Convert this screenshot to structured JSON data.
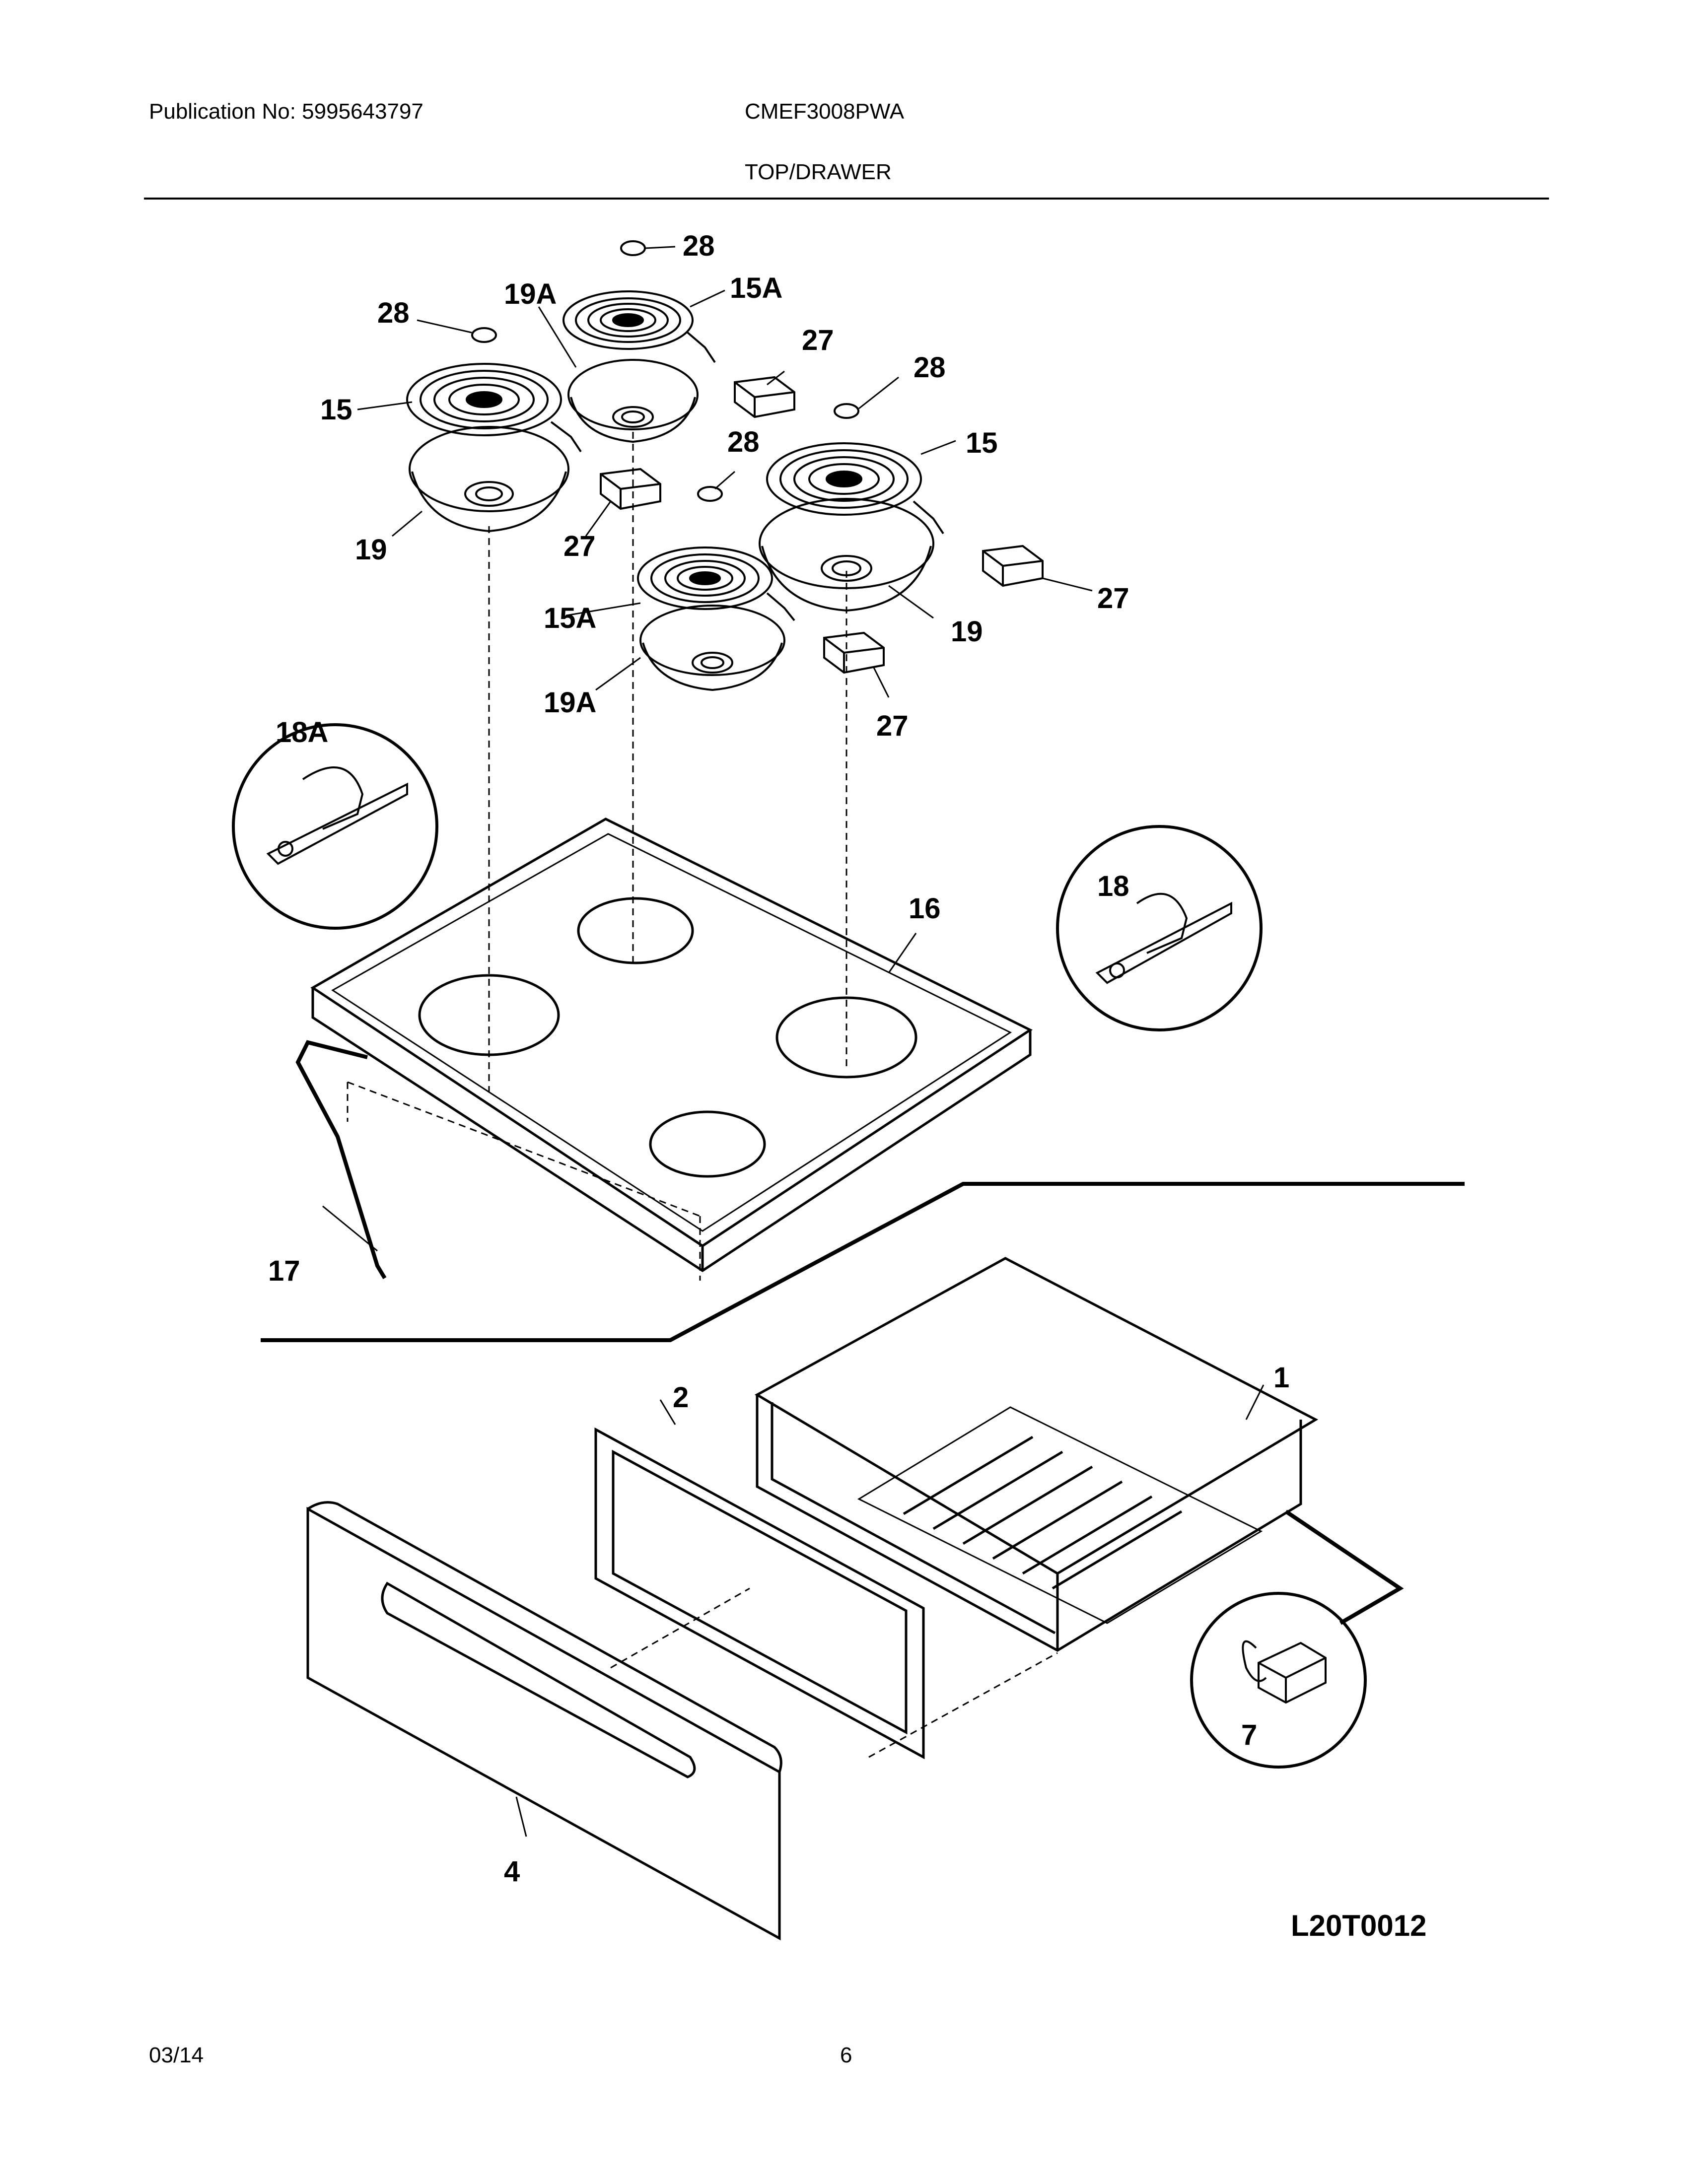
{
  "header": {
    "publication": "Publication No: 5995643797",
    "model": "CMEF3008PWA",
    "section": "TOP/DRAWER"
  },
  "footer": {
    "date": "03/14",
    "page": "6"
  },
  "diagram": {
    "reference": "L20T0012",
    "callouts": {
      "c28_top": "28",
      "c15A_top": "15A",
      "c19A_top": "19A",
      "c28_left": "28",
      "c15_left": "15",
      "c27_upper": "27",
      "c28_right": "28",
      "c15_right": "15",
      "c28_mid": "28",
      "c19_left": "19",
      "c27_left": "27",
      "c15A_mid": "15A",
      "c19A_mid": "19A",
      "c19_right": "19",
      "c27_right": "27",
      "c27_lower": "27",
      "c18A": "18A",
      "c18": "18",
      "c16": "16",
      "c17": "17",
      "c1": "1",
      "c2": "2",
      "c7": "7",
      "c4": "4"
    }
  }
}
